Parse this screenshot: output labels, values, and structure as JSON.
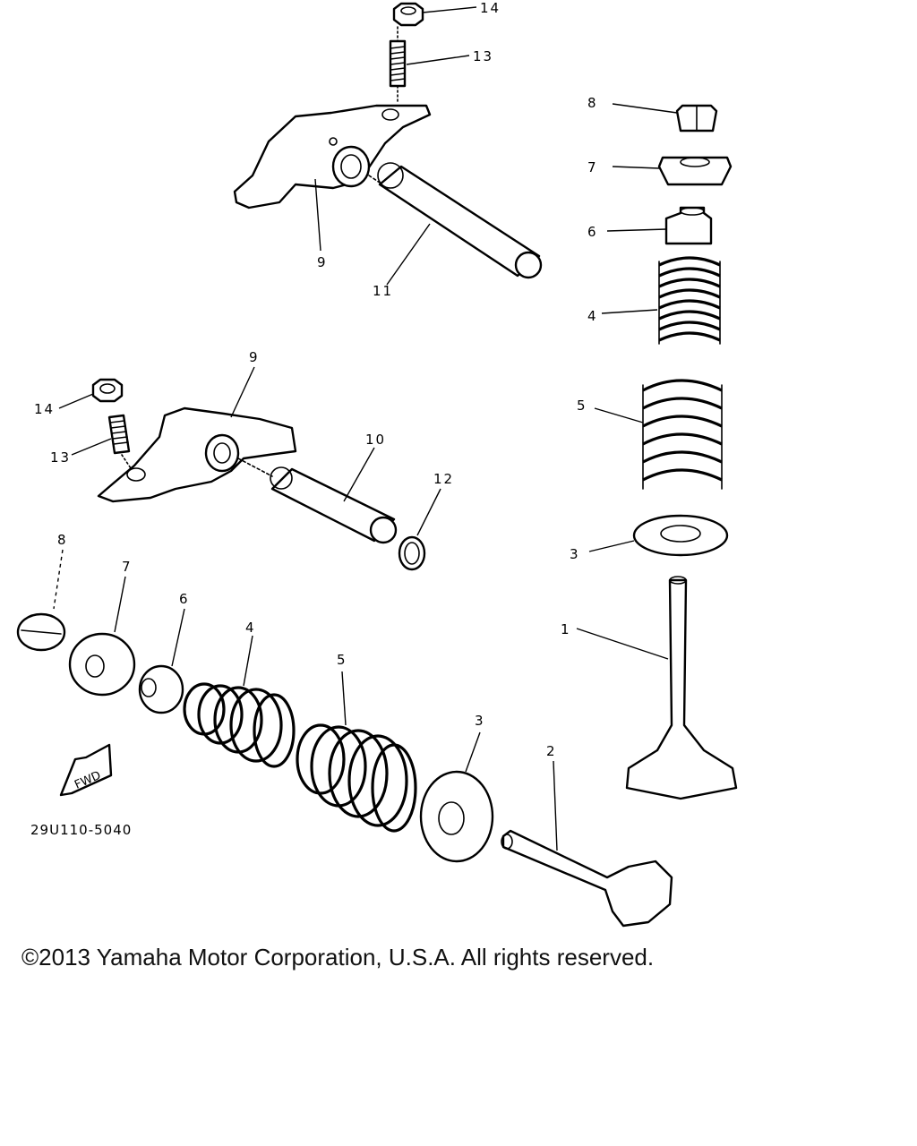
{
  "diagram": {
    "drawing_code": "29U110-5040",
    "fwd_mark": "FWD",
    "callouts": [
      {
        "key": "c14a",
        "label": "14"
      },
      {
        "key": "c13a",
        "label": "13"
      },
      {
        "key": "c9a",
        "label": "9"
      },
      {
        "key": "c11",
        "label": "11"
      },
      {
        "key": "c8a",
        "label": "8"
      },
      {
        "key": "c7a",
        "label": "7"
      },
      {
        "key": "c6a",
        "label": "6"
      },
      {
        "key": "c4a",
        "label": "4"
      },
      {
        "key": "c9b",
        "label": "9"
      },
      {
        "key": "c14b",
        "label": "14"
      },
      {
        "key": "c10",
        "label": "10"
      },
      {
        "key": "c13b",
        "label": "13"
      },
      {
        "key": "c12",
        "label": "12"
      },
      {
        "key": "c5a",
        "label": "5"
      },
      {
        "key": "c3a",
        "label": "3"
      },
      {
        "key": "c8b",
        "label": "8"
      },
      {
        "key": "c7b",
        "label": "7"
      },
      {
        "key": "c6b",
        "label": "6"
      },
      {
        "key": "c4b",
        "label": "4"
      },
      {
        "key": "c5b",
        "label": "5"
      },
      {
        "key": "c1",
        "label": "1"
      },
      {
        "key": "c3b",
        "label": "3"
      },
      {
        "key": "c2",
        "label": "2"
      }
    ]
  },
  "copyright": "©2013 Yamaha Motor Corporation, U.S.A. All rights reserved."
}
